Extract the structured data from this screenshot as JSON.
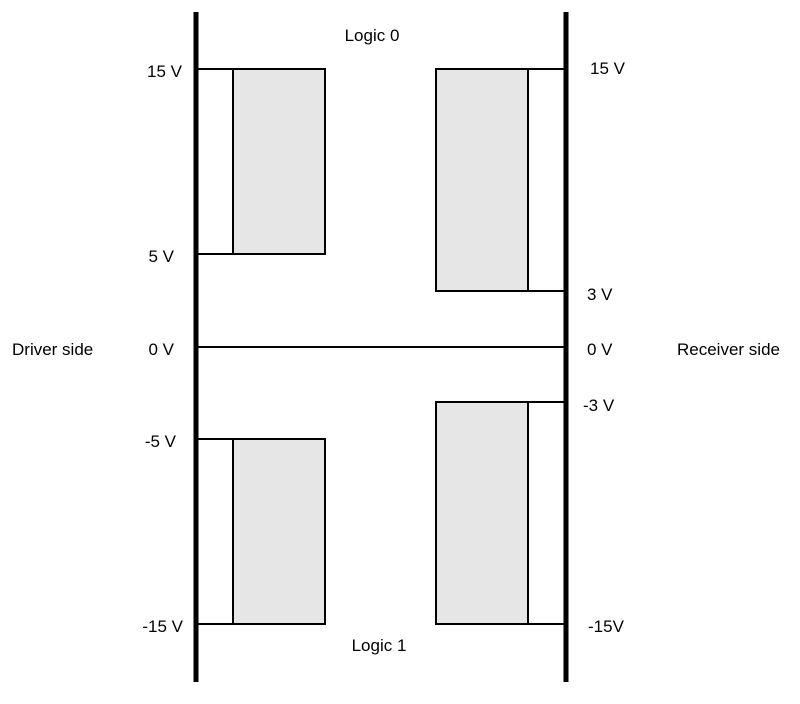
{
  "title": "",
  "driver_side_label": "Driver side",
  "receiver_side_label": "Receiver side",
  "logic0_label": "Logic 0",
  "logic1_label": "Logic 1",
  "driver_levels": {
    "v15": "15 V",
    "v5": "5 V",
    "v0": "0 V",
    "vm5": "-5 V",
    "vm15": "-15 V"
  },
  "receiver_levels": {
    "v15": "15 V",
    "v3": "3 V",
    "v0": "0 V",
    "vm3": "-3 V",
    "vm15": "-15V"
  },
  "colors": {
    "line": "#000000",
    "band_fill": "#e6e6e6"
  }
}
